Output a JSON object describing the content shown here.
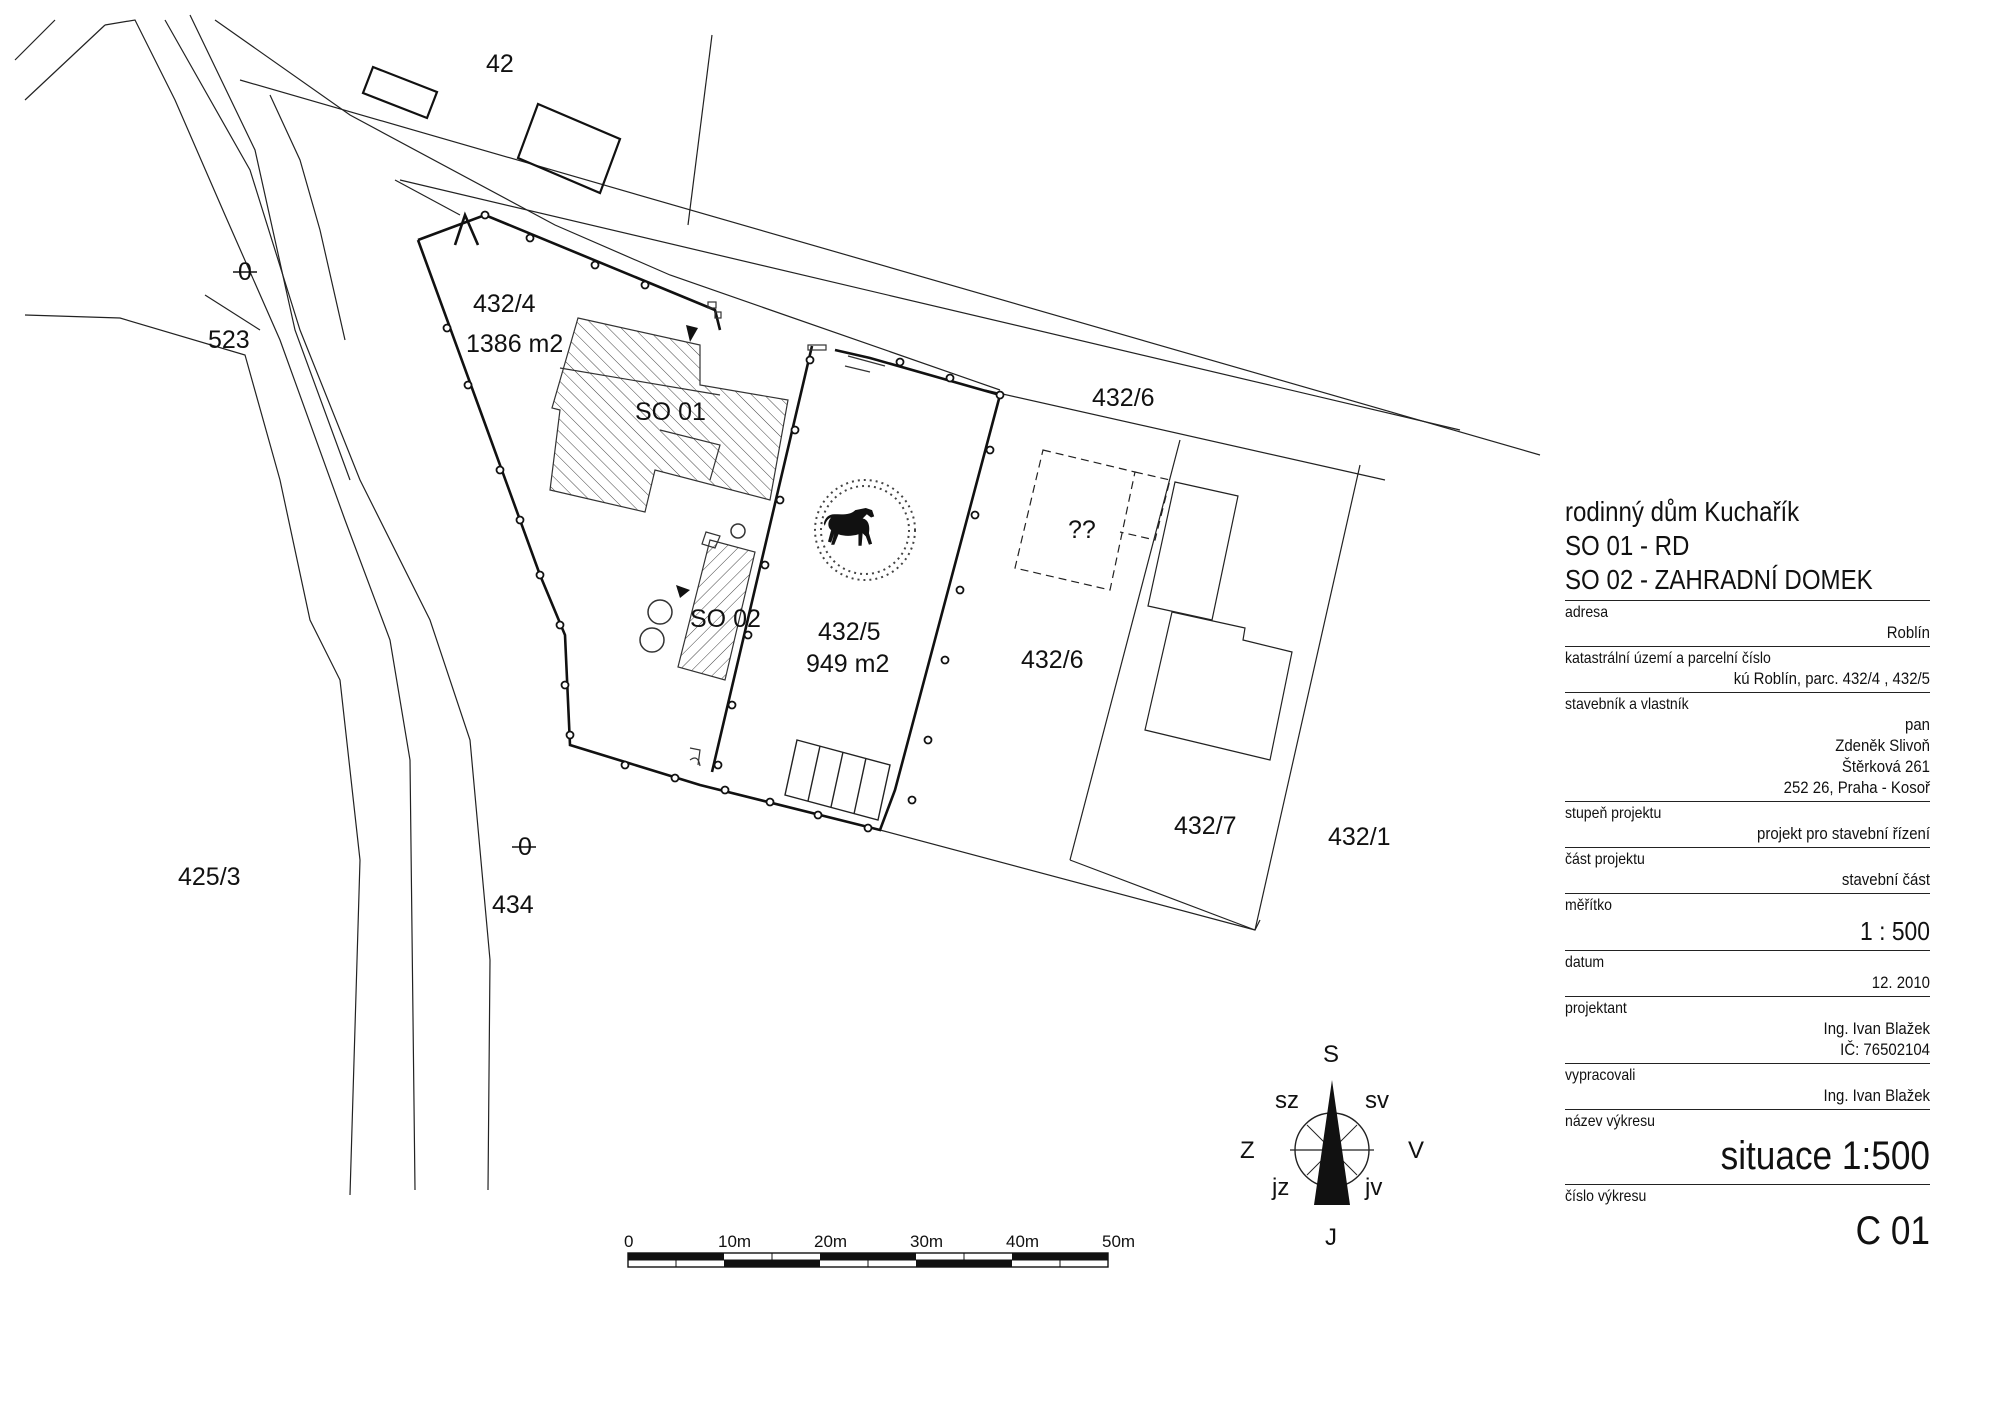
{
  "plan": {
    "parcels": {
      "p42": "42",
      "p523": "523",
      "p523_strike": "0",
      "p432_4": "432/4",
      "p432_4_area": "1386 m2",
      "so01": "SO 01",
      "so02": "SO 02",
      "p432_5": "432/5",
      "p432_5_area": "949 m2",
      "p432_6_top": "432/6",
      "p432_6": "432/6",
      "unknown": "??",
      "p432_7": "432/7",
      "p432_1": "432/1",
      "p425_3": "425/3",
      "p434": "434",
      "p434_strike": "0"
    },
    "compass": {
      "n": "S",
      "s": "J",
      "w": "Z",
      "e": "V",
      "nw": "sz",
      "ne": "sv",
      "sw": "jz",
      "se": "jv"
    },
    "scale_bar": {
      "ticks": [
        "0",
        "10m",
        "20m",
        "30m",
        "40m",
        "50m"
      ]
    }
  },
  "title_block": {
    "title_lines": [
      "rodinný dům Kuchařík",
      "SO 01 - RD",
      "SO 02 - ZAHRADNÍ DOMEK"
    ],
    "adresa_label": "adresa",
    "adresa": "Roblín",
    "katastr_label": "katastrální území a parcelní číslo",
    "katastr": "kú Roblín, parc. 432/4 , 432/5",
    "owner_label": "stavebník a vlastník",
    "owner_lines": [
      "pan",
      "Zdeněk Slivoň",
      "Štěrková 261",
      "252 26, Praha - Kosoř"
    ],
    "stage_label": "stupeň projektu",
    "stage": "projekt pro stavební řízení",
    "part_label": "část projektu",
    "part": "stavební část",
    "scale_label": "měřítko",
    "scale": "1 : 500",
    "date_label": "datum",
    "date": "12. 2010",
    "designer_label": "projektant",
    "designer_lines": [
      "Ing. Ivan Blažek",
      "IČ: 76502104"
    ],
    "drawn_label": "vypracovali",
    "drawn": "Ing. Ivan Blažek",
    "drawing_name_label": "název výkresu",
    "drawing_name": "situace  1:500",
    "drawing_no_label": "číslo výkresu",
    "drawing_no": "C 01"
  }
}
